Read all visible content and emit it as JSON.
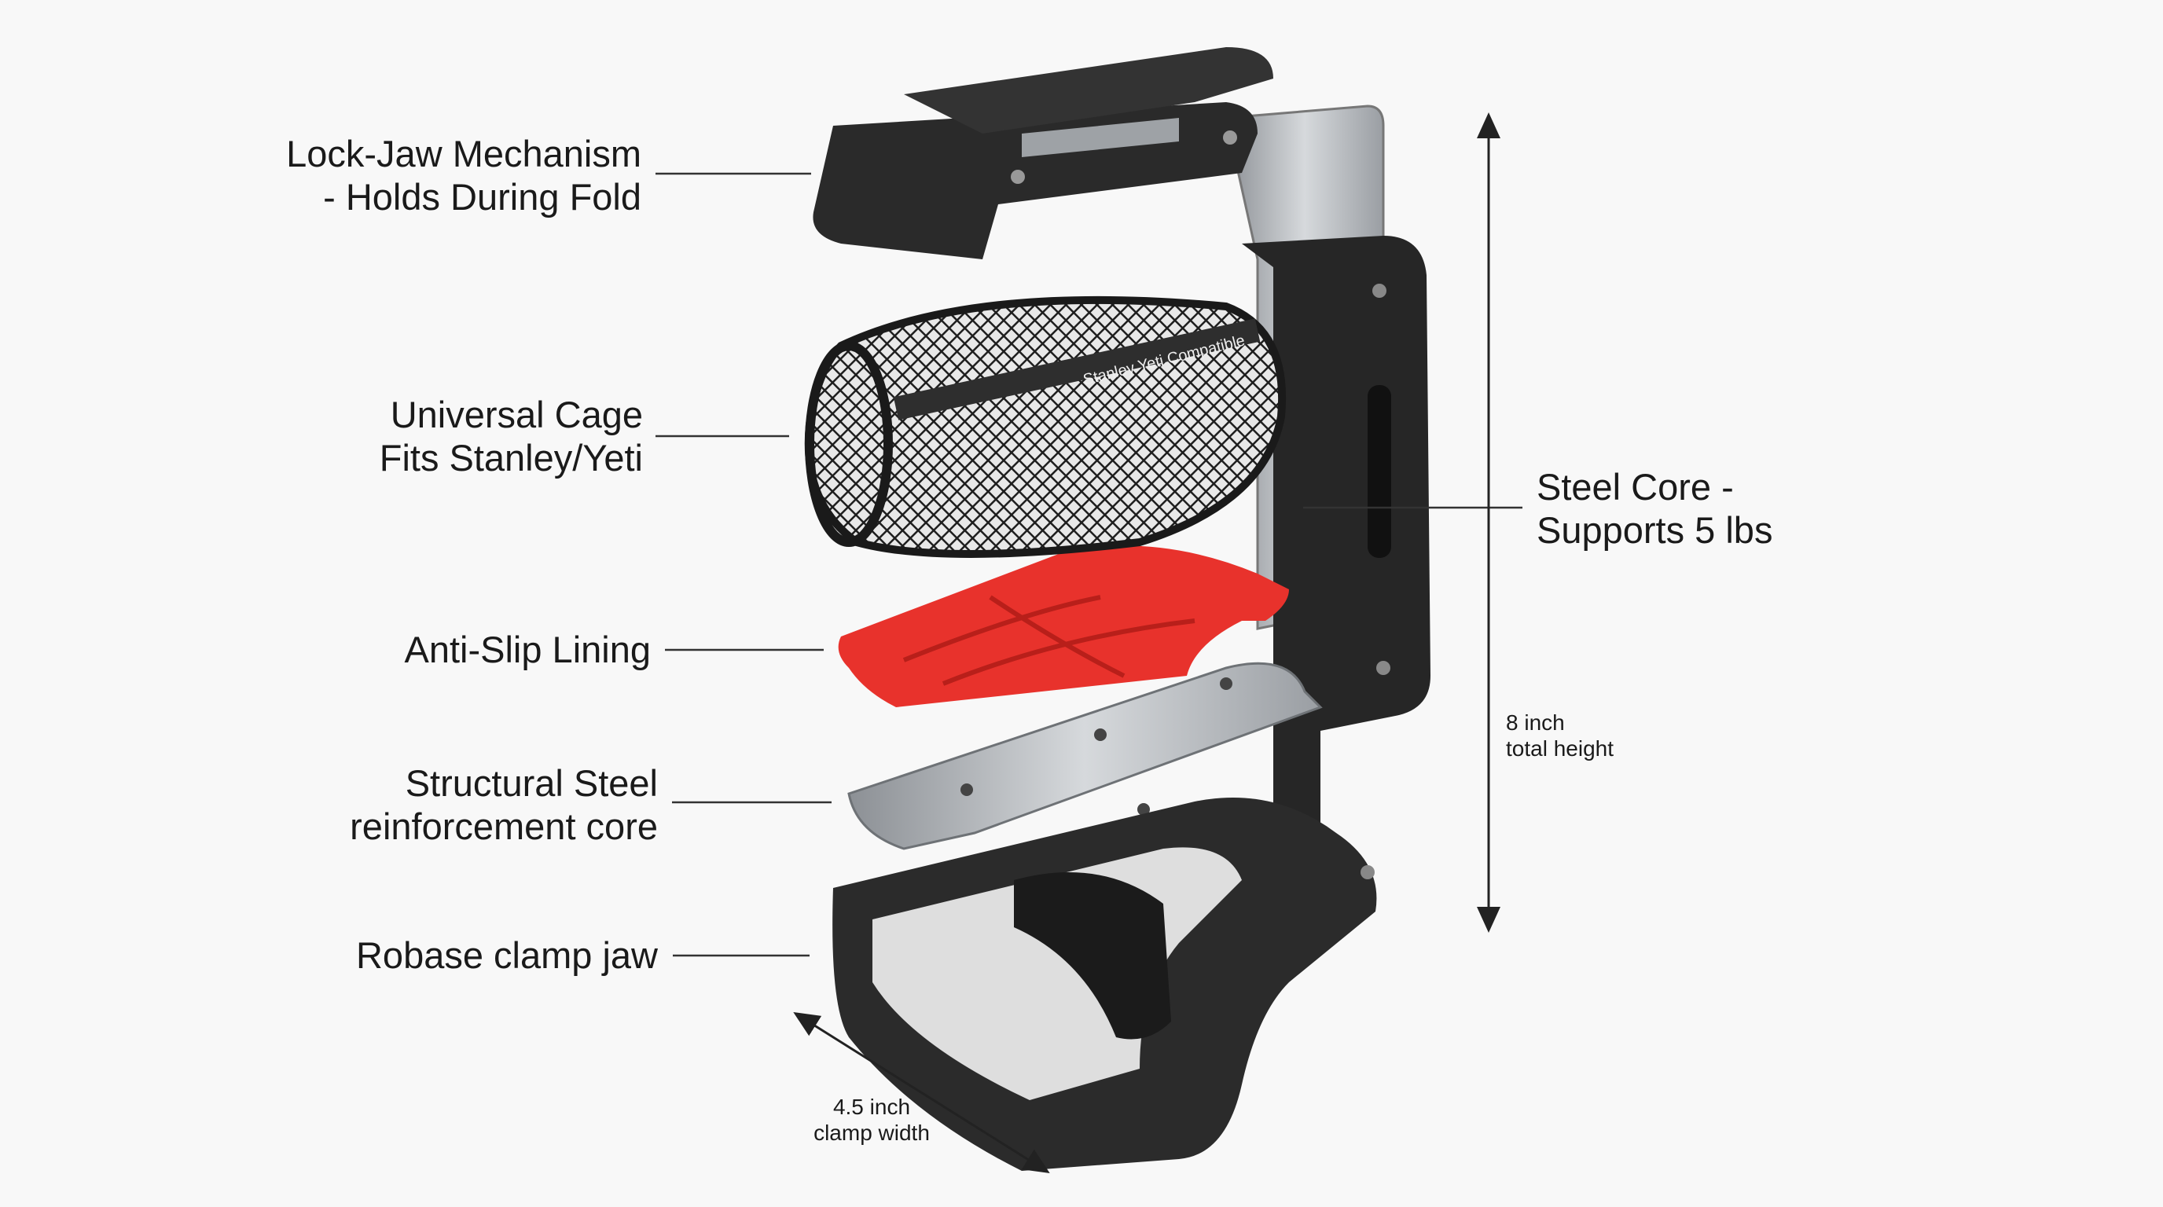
{
  "callouts": {
    "lock_jaw": {
      "line1": "Lock-Jaw Mechanism",
      "line2": "- Holds During Fold"
    },
    "cage": {
      "line1": "Universal Cage",
      "line2": "Fits Stanley/Yeti"
    },
    "lining": {
      "line1": "Anti-Slip Lining"
    },
    "structural": {
      "line1": "Structural Steel",
      "line2": "reinforcement core"
    },
    "clamp": {
      "line1": "Robase clamp jaw"
    },
    "steel_core": {
      "line1": "Steel Core -",
      "line2": "Supports 5 lbs"
    }
  },
  "dimensions": {
    "height": {
      "line1": "8 inch",
      "line2": "total height"
    },
    "width": {
      "line1": "4.5 inch",
      "line2": "clamp width"
    }
  },
  "product": {
    "cage_band_text": "Stanley Yeti Compatible"
  },
  "colors": {
    "lining": "#e8322c",
    "plastic": "#2a2a2a",
    "steel": "#b8bcc0",
    "text": "#1a1a1a"
  }
}
